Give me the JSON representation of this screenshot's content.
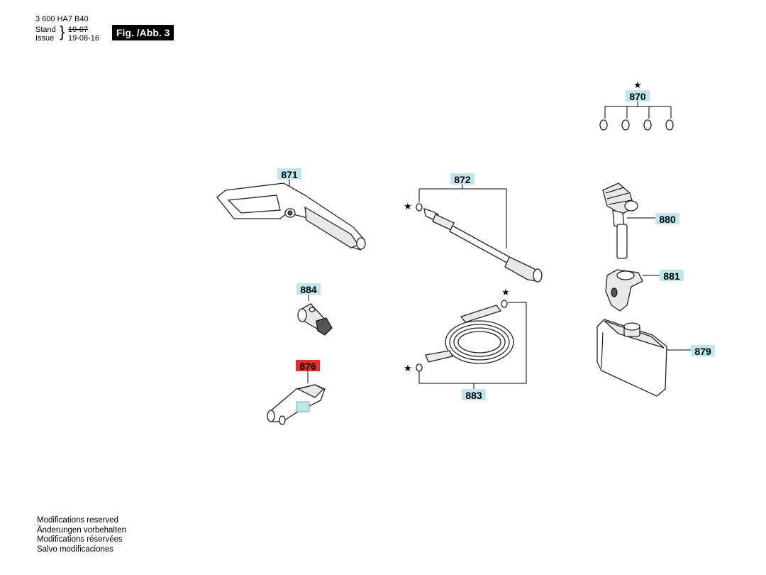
{
  "header": {
    "part_number": "3 600 HA7 B40",
    "stand_label": "Stand",
    "issue_label": "Issue",
    "stand_date": "19-07",
    "issue_date": "19-08-16",
    "figure": "Fig. /Abb. 3"
  },
  "labels": {
    "p870": "870",
    "p871": "871",
    "p872": "872",
    "p880": "880",
    "p881": "881",
    "p884": "884",
    "p879": "879",
    "p876": "876",
    "p883": "883"
  },
  "star_symbol": "★",
  "footer": {
    "line1": "Modifications reserved",
    "line2": "Änderungen vorbehalten",
    "line3": "Modifications réservées",
    "line4": "Salvo modificaciones"
  },
  "colors": {
    "label_highlight": "#bfe6ec",
    "label_selected": "#e1322a"
  }
}
